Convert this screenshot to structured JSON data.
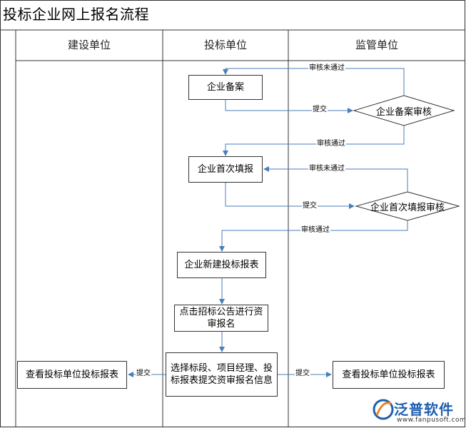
{
  "title": "投标企业网上报名流程",
  "lanes": [
    "建设单位",
    "投标单位",
    "监管单位"
  ],
  "nodes": {
    "qiye_beian": "企业备案",
    "beian_shenhe": "企业备案审核",
    "shouci_tianbao": "企业首次填报",
    "tianbao_shenhe": "企业首次填报审核",
    "xinjian_biao": "企业新建投标报表",
    "dianji_gonggao": "点击招标公告进行资审报名",
    "xuanze_biaoduan": "选择标段、项目经理、投标报表提交资审报名信息",
    "jianshe_chakan": "查看投标单位投标报表",
    "jianguan_chakan": "查看投标单位投标报表"
  },
  "edges": {
    "submit": "提交",
    "rejected": "审核未通过",
    "approved": "审核通过"
  },
  "logo": {
    "name": "泛普软件",
    "url": "www.fanpusoft.com",
    "color": "#1f5fb0"
  },
  "colors": {
    "line": "#4a7ebb",
    "border": "#333333"
  }
}
